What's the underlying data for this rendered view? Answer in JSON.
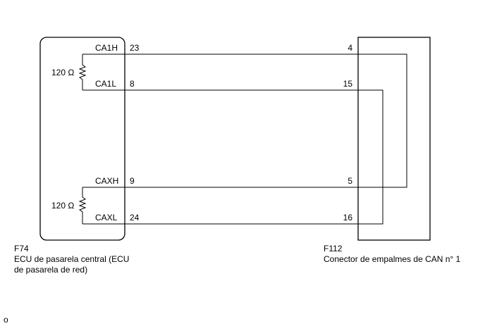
{
  "ecu": {
    "code": "F74",
    "name_line1": "ECU de pasarela central (ECU",
    "name_line2": "de pasarela de red)",
    "pins": [
      {
        "signal": "CA1H",
        "number": "23"
      },
      {
        "signal": "CA1L",
        "number": "8"
      },
      {
        "signal": "CAXH",
        "number": "9"
      },
      {
        "signal": "CAXL",
        "number": "24"
      }
    ],
    "resistors": [
      {
        "label": "120 Ω"
      },
      {
        "label": "120 Ω"
      }
    ]
  },
  "connector": {
    "code": "F112",
    "name": "Conector de empalmes de CAN n° 1",
    "pins": [
      "4",
      "15",
      "5",
      "16"
    ]
  },
  "footer_text": "o"
}
